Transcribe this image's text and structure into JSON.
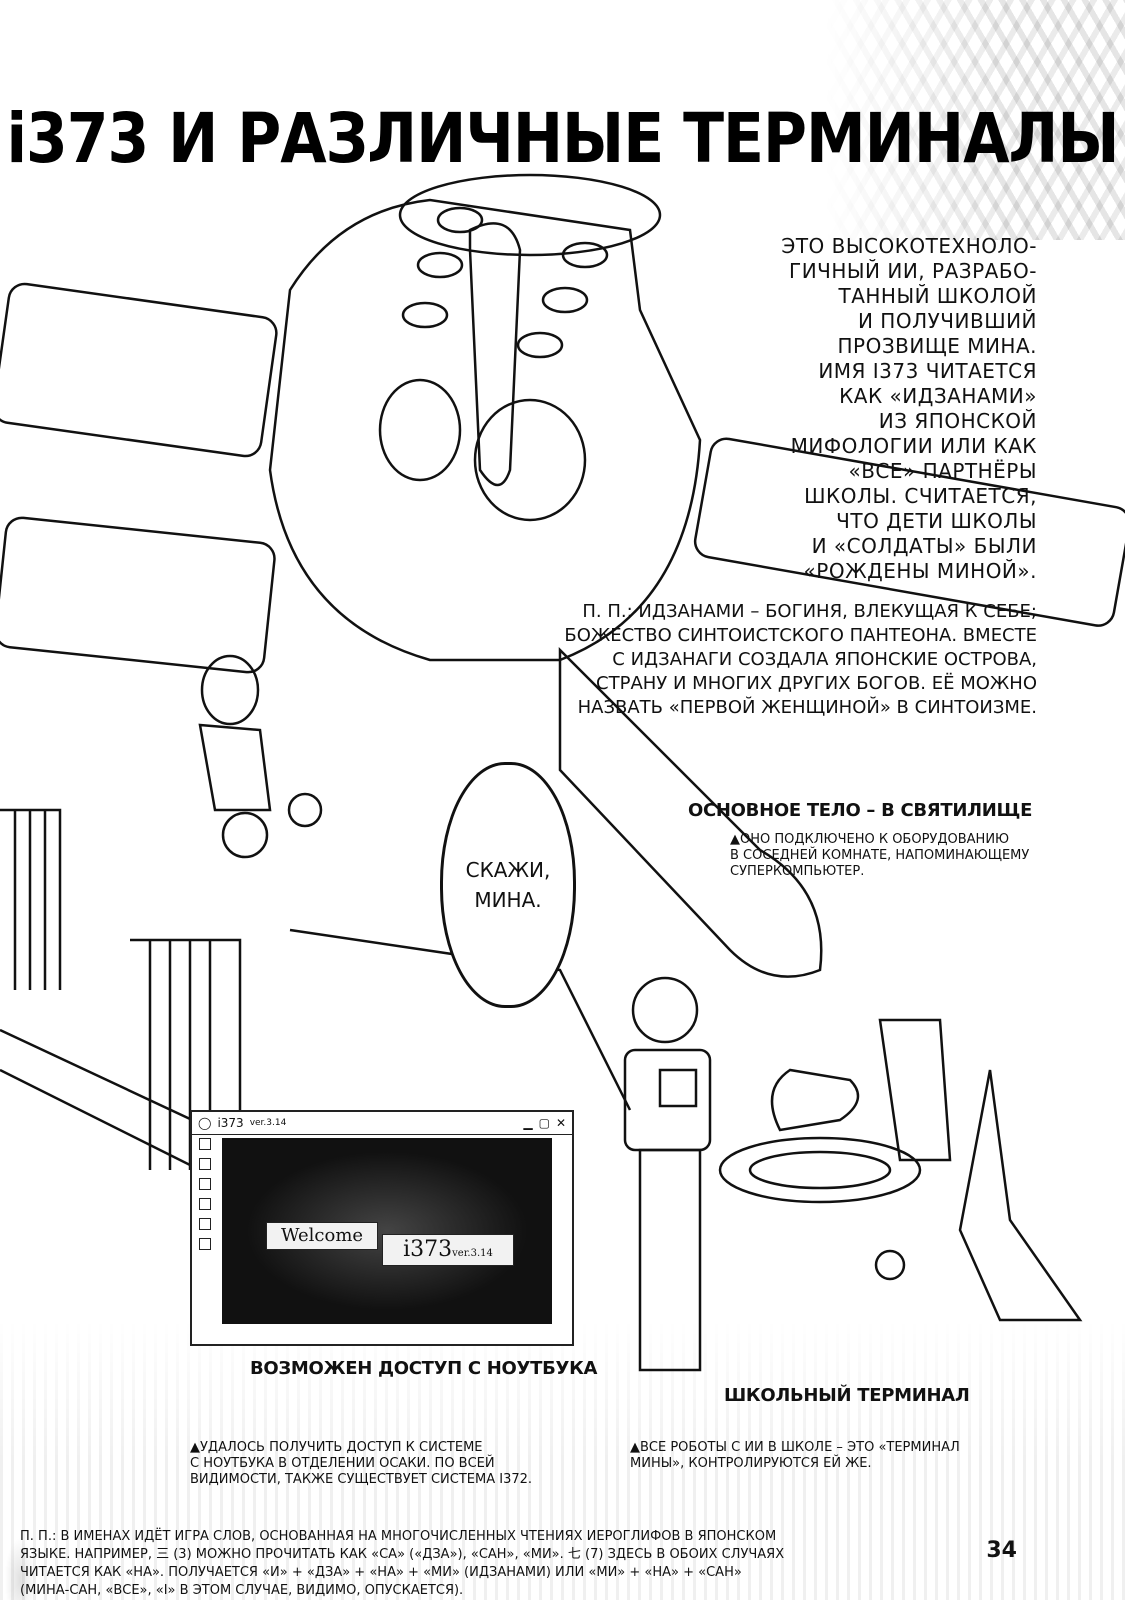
{
  "page": {
    "title": "i373 И РАЗЛИЧНЫЕ ТЕРМИНАЛЫ",
    "description_lines": [
      "ЭТО ВЫСОКОТЕХНОЛО-",
      "ГИЧНЫЙ ИИ, РАЗРАБО-",
      "ТАННЫЙ ШКОЛОЙ",
      "И ПОЛУЧИВШИЙ",
      "ПРОЗВИЩЕ МИНА.",
      "ИМЯ i373 ЧИТАЕТСЯ",
      "КАК «ИДЗАНАМИ»",
      "ИЗ ЯПОНСКОЙ",
      "МИФОЛОГИИ ИЛИ КАК",
      "«ВСЕ» ПАРТНЁРЫ",
      "ШКОЛЫ. СЧИТАЕТСЯ,",
      "ЧТО ДЕТИ ШКОЛЫ",
      "И «СОЛДАТЫ» БЫЛИ",
      "«РОЖДЕНЫ МИНОЙ»."
    ],
    "translator_note_lines": [
      "П. П.: ИДЗАНАМИ – БОГИНЯ, ВЛЕКУЩАЯ К СЕБЕ;",
      "БОЖЕСТВО СИНТОИСТСКОГО ПАНТЕОНА. ВМЕСТЕ",
      "С ИДЗАНАГИ СОЗДАЛА ЯПОНСКИЕ ОСТРОВА,",
      "СТРАНУ И МНОГИХ ДРУГИХ БОГОВ. ЕЁ МОЖНО",
      "НАЗВАТЬ «ПЕРВОЙ ЖЕНЩИНОЙ» В СИНТОИЗМЕ."
    ],
    "main_body_label": "ОСНОВНОЕ ТЕЛО – В СВЯТИЛИЩЕ",
    "main_body_caption_lines": [
      "▲ОНО ПОДКЛЮЧЕНО К ОБОРУДОВАНИЮ",
      "В СОСЕДНЕЙ КОМНАТЕ, НАПОМИНАЮЩЕМУ",
      "СУПЕРКОМПЬЮТЕР."
    ],
    "speech_bubble_lines": [
      "СКАЖИ,",
      "МИНА."
    ],
    "laptop": {
      "window_title": "i373",
      "window_version": "ver.3.14",
      "welcome": "Welcome",
      "logo": "i373",
      "logo_version": "ver.3.14"
    },
    "laptop_label": "ВОЗМОЖЕН ДОСТУП С НОУТБУКА",
    "laptop_caption_lines": [
      "▲УДАЛОСЬ ПОЛУЧИТЬ ДОСТУП К СИСТЕМЕ",
      "С НОУТБУКА В ОТДЕЛЕНИИ ОСАКИ. ПО ВСЕЙ",
      "ВИДИМОСТИ, ТАКЖЕ СУЩЕСТВУЕТ СИСТЕМА i372."
    ],
    "school_terminal_label": "ШКОЛЬНЫЙ ТЕРМИНАЛ",
    "school_terminal_caption_lines": [
      "▲ВСЕ РОБОТЫ С ИИ В ШКОЛЕ – ЭТО «ТЕРМИНАЛ",
      "МИНЫ», КОНТРОЛИРУЮТСЯ ЕЙ ЖЕ."
    ],
    "footer_lines": [
      "П. П.: В ИМЕНАХ ИДЁТ ИГРА СЛОВ, ОСНОВАННАЯ НА МНОГОЧИСЛЕННЫХ ЧТЕНИЯХ ИЕРОГЛИФОВ В ЯПОНСКОМ",
      "ЯЗЫКЕ. НАПРИМЕР, 三 (3) МОЖНО ПРОЧИТАТЬ КАК «СА» («ДЗА»), «САН», «МИ». 七 (7) ЗДЕСЬ В ОБОИХ СЛУЧАЯХ",
      "ЧИТАЕТСЯ КАК «НА». ПОЛУЧАЕТСЯ «И» + «ДЗА» + «НА» + «МИ» (ИДЗАНАМИ) ИЛИ «МИ» + «НА» + «САН»",
      "(МИНА-САН, «ВСЕ», «i» В ЭТОМ СЛУЧАЕ, ВИДИМО, ОПУСКАЕТСЯ)."
    ],
    "page_number": "34"
  }
}
